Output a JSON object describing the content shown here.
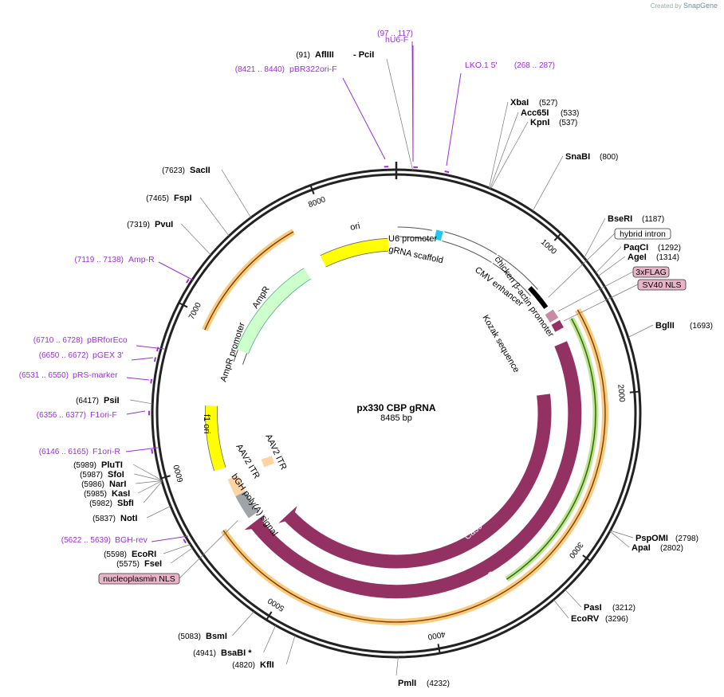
{
  "credit": {
    "created_by": "Created by",
    "brand": "SnapGene"
  },
  "plasmid": {
    "name": "px330 CBP gRNA",
    "length": "8485 bp"
  },
  "ticks": [
    "1000",
    "2000",
    "3000",
    "4000",
    "5000",
    "6000",
    "7000",
    "8000"
  ],
  "enzymes": [
    {
      "name": "AflIII",
      "pos": "(91)",
      "name2": "- PciI"
    },
    {
      "name": "XbaI",
      "pos": "(527)"
    },
    {
      "name": "Acc65I",
      "pos": "(533)"
    },
    {
      "name": "KpnI",
      "pos": "(537)"
    },
    {
      "name": "SnaBI",
      "pos": "(800)"
    },
    {
      "name": "BseRI",
      "pos": "(1187)"
    },
    {
      "name": "PaqCI",
      "pos": "(1292)"
    },
    {
      "name": "AgeI",
      "pos": "(1314)"
    },
    {
      "name": "BglII",
      "pos": "(1693)"
    },
    {
      "name": "PspOMI",
      "pos": "(2798)"
    },
    {
      "name": "ApaI",
      "pos": "(2802)"
    },
    {
      "name": "PasI",
      "pos": "(3212)"
    },
    {
      "name": "EcoRV",
      "pos": "(3296)"
    },
    {
      "name": "PmlI",
      "pos": "(4232)"
    },
    {
      "name": "KflI",
      "pos": "(4820)"
    },
    {
      "name": "BsaBI *",
      "pos": "(4941)"
    },
    {
      "name": "BsmI",
      "pos": "(5083)"
    },
    {
      "name": "FseI",
      "pos": "(5575)"
    },
    {
      "name": "EcoRI",
      "pos": "(5598)"
    },
    {
      "name": "NotI",
      "pos": "(5837)"
    },
    {
      "name": "SbfI",
      "pos": "(5982)"
    },
    {
      "name": "KasI",
      "pos": "(5985)"
    },
    {
      "name": "NarI",
      "pos": "(5986)"
    },
    {
      "name": "SfoI",
      "pos": "(5987)"
    },
    {
      "name": "PluTI",
      "pos": "(5989)"
    },
    {
      "name": "PsiI",
      "pos": "(6417)"
    },
    {
      "name": "PvuI",
      "pos": "(7319)"
    },
    {
      "name": "FspI",
      "pos": "(7465)"
    },
    {
      "name": "SacII",
      "pos": "(7623)"
    }
  ],
  "primers": [
    {
      "name": "hU6-F",
      "range": "(97 .. 117)"
    },
    {
      "name": "pBR322ori-F",
      "range": "(8421 .. 8440)"
    },
    {
      "name": "LKO.1 5'",
      "range": "(268 .. 287)"
    },
    {
      "name": "Amp-R",
      "range": "(7119 .. 7138)"
    },
    {
      "name": "pBRforEco",
      "range": "(6710 .. 6728)"
    },
    {
      "name": "pGEX 3'",
      "range": "(6650 .. 6672)"
    },
    {
      "name": "pRS-marker",
      "range": "(6531 .. 6550)"
    },
    {
      "name": "F1ori-F",
      "range": "(6356 .. 6377)"
    },
    {
      "name": "F1ori-R",
      "range": "(6146 .. 6165)"
    },
    {
      "name": "BGH-rev",
      "range": "(5622 .. 5639)"
    }
  ],
  "boxed_features": [
    "hybrid intron",
    "3xFLAG",
    "SV40 NLS",
    "nucleoplasmin NLS"
  ],
  "features": {
    "ori": "ori",
    "u6": "U6 promoter",
    "scaffold": "gRNA scaffold",
    "cmv": "CMV enhancer",
    "cba": "chicken β-actin promoter",
    "kozak": "Kozak sequence",
    "cas9": "Cas9",
    "ampr": "AmpR",
    "ampr_promoter": "AmpR promoter",
    "f1ori": "f1 ori",
    "itr1": "AAV2 ITR",
    "itr2": "AAV2 ITR",
    "bgh": "bGH poly(A) signal"
  },
  "colors": {
    "cas9": "#943163",
    "ori": "#ffff00",
    "ampr": "#ccffcc",
    "orange": "#f5a623",
    "green": "#55aa11",
    "primer": "#9b30d9",
    "itr": "#ffd4a3",
    "bgh": "#a0a4a8",
    "nls": "#d9a3b8"
  }
}
